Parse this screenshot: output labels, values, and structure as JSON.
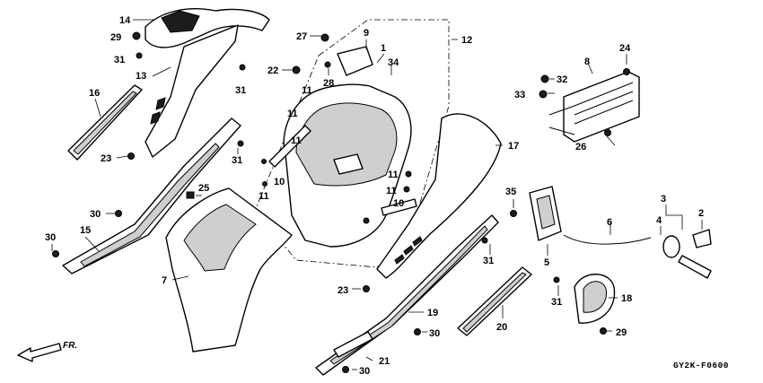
{
  "diagram": {
    "drawing_code": "GY2K-F0600",
    "direction_label": "FR.",
    "callouts": [
      "14",
      "29",
      "31",
      "13",
      "16",
      "23",
      "31",
      "30",
      "25",
      "15",
      "30",
      "7",
      "22",
      "31",
      "27",
      "9",
      "1",
      "34",
      "28",
      "11",
      "11",
      "11",
      "10",
      "11",
      "11",
      "11",
      "10",
      "12",
      "17",
      "8",
      "24",
      "32",
      "33",
      "26",
      "35",
      "3",
      "4",
      "2",
      "6",
      "5",
      "31",
      "31",
      "23",
      "19",
      "30",
      "30",
      "21",
      "20",
      "18",
      "29"
    ]
  }
}
